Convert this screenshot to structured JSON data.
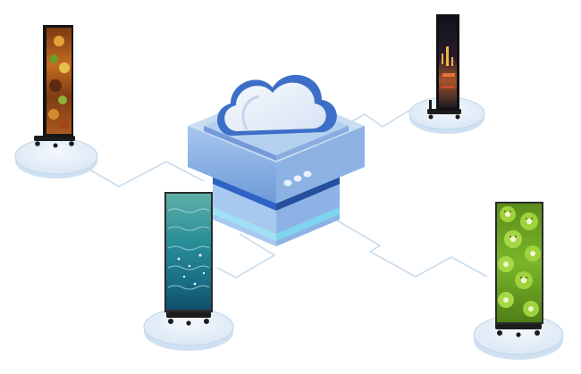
{
  "diagram": {
    "hub": {
      "icon": "cloud-server-icon",
      "indicator_lights": 3
    },
    "displays": [
      {
        "id": "top-left",
        "content": "food-platter-image",
        "base": "round-platform"
      },
      {
        "id": "top-right",
        "content": "city-night-image",
        "base": "round-platform"
      },
      {
        "id": "bottom-left",
        "content": "ocean-water-image",
        "base": "round-platform"
      },
      {
        "id": "bottom-right",
        "content": "kiwi-slices-image",
        "base": "round-platform"
      }
    ],
    "colors": {
      "connector": "#c6dcef",
      "platform_fill": "#e6f0f9",
      "platform_edge": "#bfd6ec",
      "server_top": "#c9ddf3",
      "server_front": "#7fa8de",
      "server_band": "#2e63c4",
      "server_glow": "#9fe1f2",
      "cloud_light": "#eef3fb",
      "cloud_shade": "#3d6fc8"
    }
  }
}
